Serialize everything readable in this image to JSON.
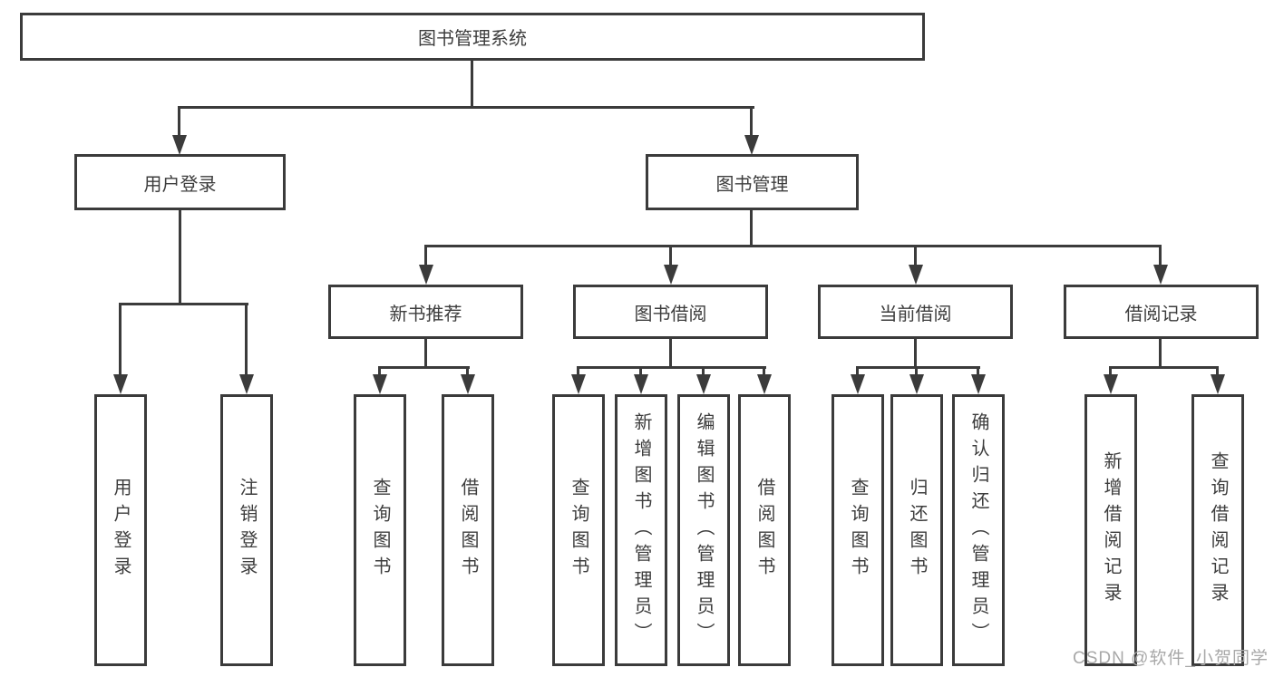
{
  "diagram": {
    "root": {
      "label": "图书管理系统"
    },
    "branches": [
      {
        "label": "用户登录",
        "children": [
          {
            "label": "用户登录"
          },
          {
            "label": "注销登录"
          }
        ]
      },
      {
        "label": "图书管理",
        "children": [
          {
            "label": "新书推荐",
            "children": [
              {
                "label": "查询图书"
              },
              {
                "label": "借阅图书"
              }
            ]
          },
          {
            "label": "图书借阅",
            "children": [
              {
                "label": "查询图书"
              },
              {
                "label": "新增图书（管理员）"
              },
              {
                "label": "编辑图书（管理员）"
              },
              {
                "label": "借阅图书"
              }
            ]
          },
          {
            "label": "当前借阅",
            "children": [
              {
                "label": "查询图书"
              },
              {
                "label": "归还图书"
              },
              {
                "label": "确认归还（管理员）"
              }
            ]
          },
          {
            "label": "借阅记录",
            "children": [
              {
                "label": "新增借阅记录"
              },
              {
                "label": "查询借阅记录"
              }
            ]
          }
        ]
      }
    ]
  },
  "watermark": {
    "text": "CSDN @软件_小贺同学"
  },
  "colors": {
    "line": "#3b3b3b",
    "text": "#3d3d3d",
    "watermark": "#a8a8a8",
    "background": "#ffffff"
  }
}
